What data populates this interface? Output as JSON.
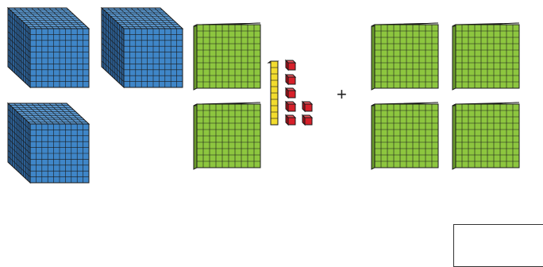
{
  "plus_sign": "+",
  "colors": {
    "thousand_cube": "#3f86c8",
    "thousand_cube_top": "#5b9bd5",
    "thousand_cube_side": "#2b5f94",
    "hundred_flat": "#8dc63f",
    "hundred_flat_side": "#6a9a2c",
    "ten_rod": "#f2dc2e",
    "one_unit": "#d6202a",
    "grid_line": "#1a1a1a"
  },
  "left_group": {
    "thousand_cubes": 3,
    "hundred_flats": 2,
    "ten_rods": 1,
    "unit_cubes": 7
  },
  "right_group": {
    "hundred_flats": 4
  },
  "answer_box": ""
}
